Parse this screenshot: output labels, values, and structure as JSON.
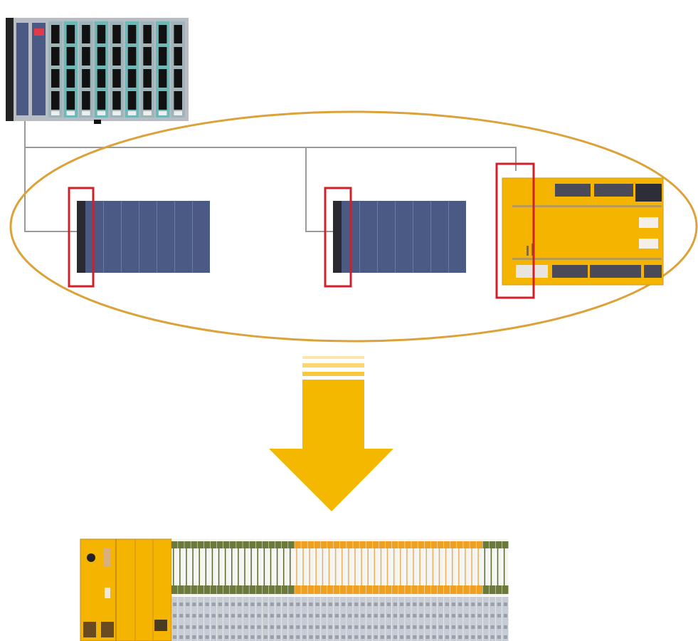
{
  "colors": {
    "ellipse": "#dca23a",
    "highlight": "#d0202a",
    "connection_line": "#9a9a9a",
    "module_blue": "#4a5a85",
    "module_dark": "#2a2a30",
    "safety_yellow": "#f5b400",
    "arrow": "#f5b800",
    "terminal_green": "#6b7a3a",
    "terminal_orange": "#f0a020",
    "terminal_gray": "#c8ccd4",
    "rack_teal": "#6fb8b8"
  },
  "diagram": {
    "top_rack_io_modules": 9,
    "remote_modules": 2,
    "highlighted_interfaces": 3,
    "bottom_terminals": 52
  }
}
